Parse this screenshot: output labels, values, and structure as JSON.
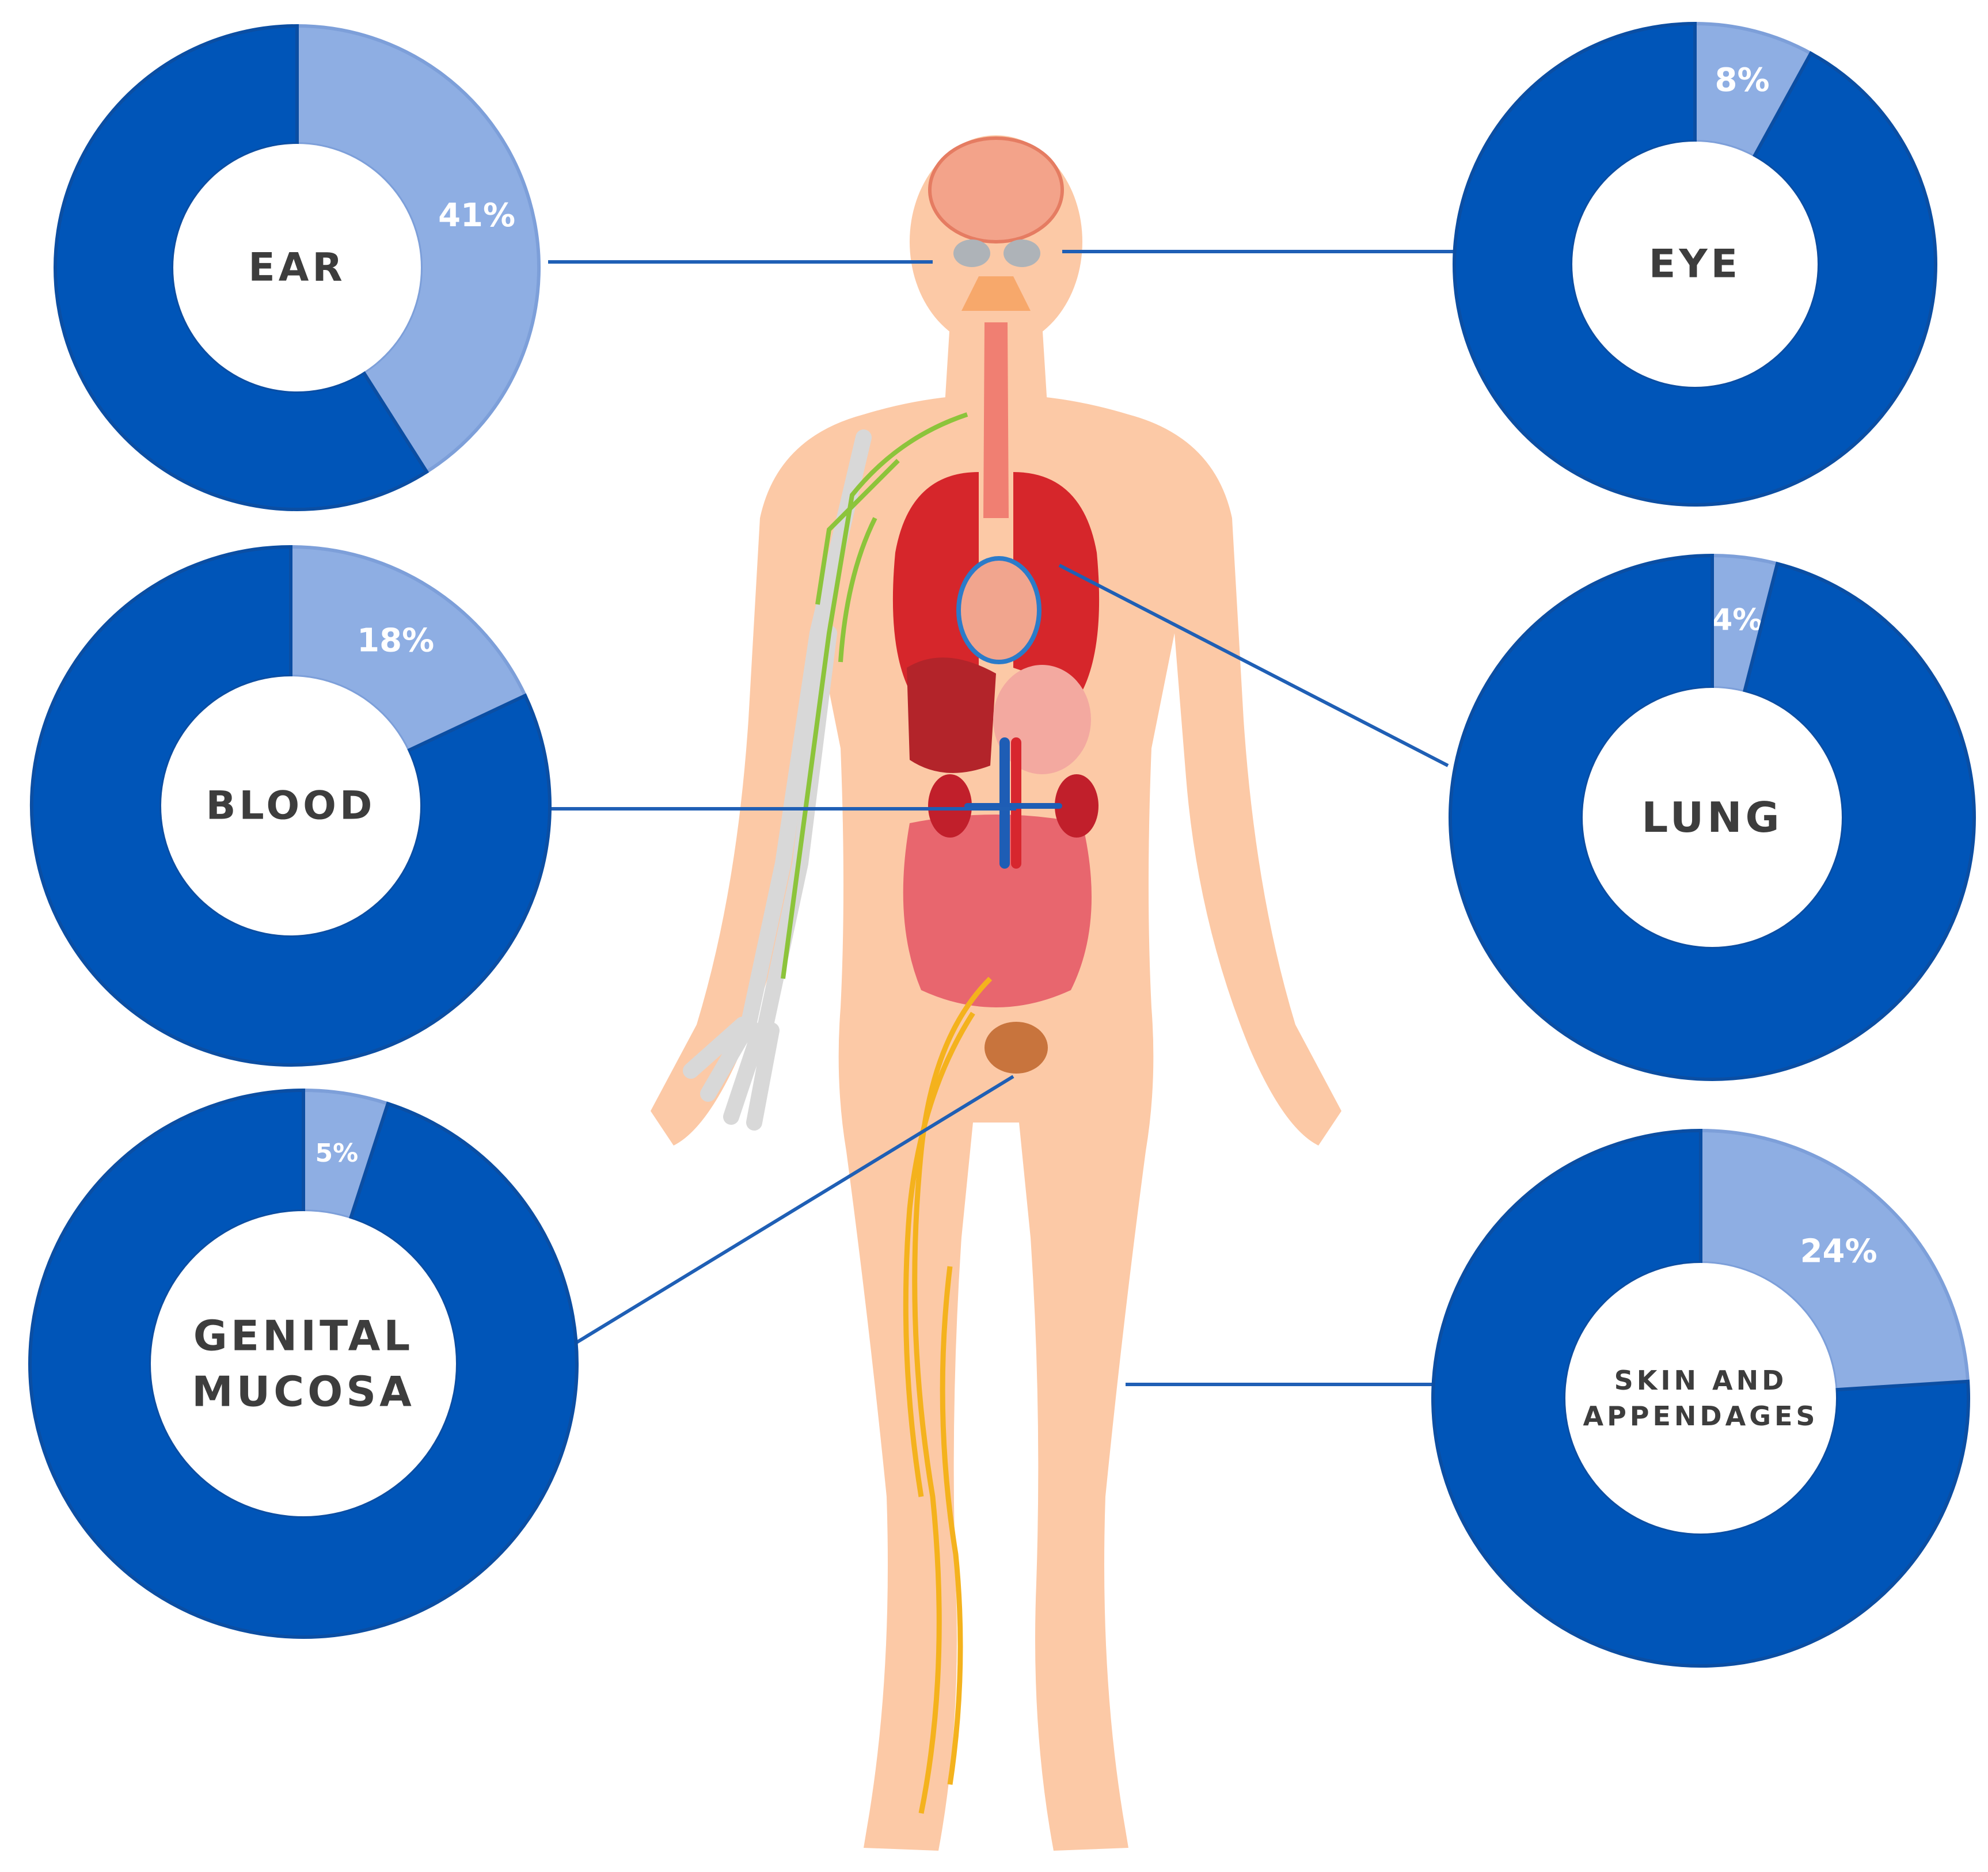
{
  "chart_data": [
    {
      "type": "pie",
      "center_lines": [
        "EAR"
      ],
      "values": [
        41,
        59
      ],
      "labels": [
        "41%",
        ""
      ],
      "colors": [
        "#8eaee3",
        "#0055b8"
      ]
    },
    {
      "type": "pie",
      "center_lines": [
        "EYE"
      ],
      "values": [
        8,
        92
      ],
      "labels": [
        "8%",
        ""
      ],
      "colors": [
        "#8eaee3",
        "#0055b8"
      ]
    },
    {
      "type": "pie",
      "center_lines": [
        "BLOOD"
      ],
      "values": [
        18,
        82
      ],
      "labels": [
        "18%",
        ""
      ],
      "colors": [
        "#8eaee3",
        "#0055b8"
      ]
    },
    {
      "type": "pie",
      "center_lines": [
        "LUNG"
      ],
      "values": [
        4,
        96
      ],
      "labels": [
        "4%",
        ""
      ],
      "colors": [
        "#8eaee3",
        "#0055b8"
      ]
    },
    {
      "type": "pie",
      "center_lines": [
        "GENITAL",
        "MUCOSA"
      ],
      "values": [
        5,
        95
      ],
      "labels": [
        "5%",
        ""
      ],
      "colors": [
        "#8eaee3",
        "#0055b8"
      ]
    },
    {
      "type": "pie",
      "center_lines": [
        "SKIN AND",
        "APPENDAGES"
      ],
      "values": [
        24,
        76
      ],
      "labels": [
        "24%",
        ""
      ],
      "colors": [
        "#8eaee3",
        "#0055b8"
      ]
    }
  ],
  "colors": {
    "skin": "#fcc9a6",
    "connector": "#1f5fb5",
    "lungs": "#d6262b",
    "nerves": "#f4b21d",
    "lymph": "#8cc43b",
    "bone": "#e8e8e8"
  }
}
